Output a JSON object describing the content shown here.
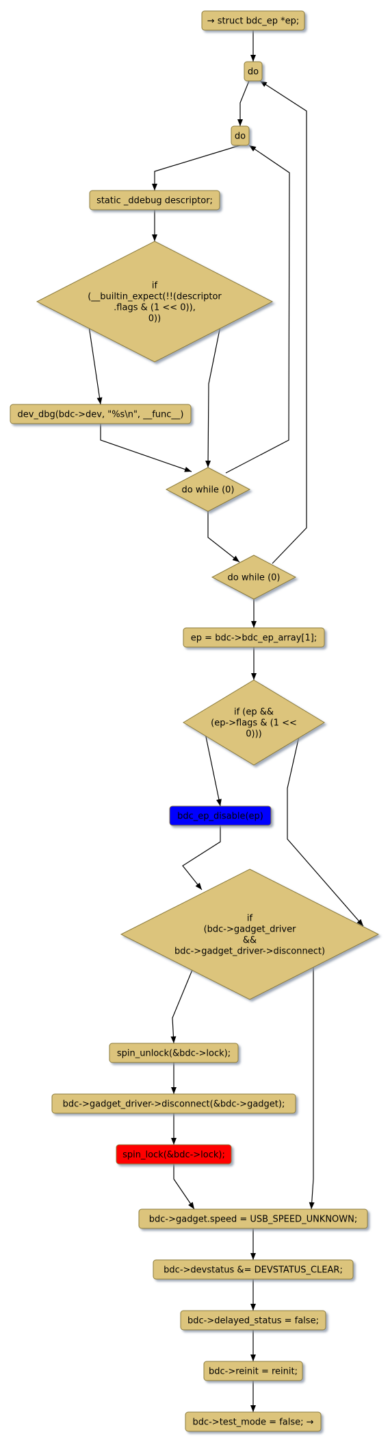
{
  "nodes": [
    {
      "id": "n_entry",
      "shape": "box",
      "lines": [
        "→ struct bdc_ep *ep;"
      ],
      "fill": "#dcc47c"
    },
    {
      "id": "n_do1",
      "shape": "box",
      "lines": [
        "do"
      ],
      "fill": "#dcc47c"
    },
    {
      "id": "n_do2",
      "shape": "box",
      "lines": [
        "do"
      ],
      "fill": "#dcc47c"
    },
    {
      "id": "n_ddebug",
      "shape": "box",
      "lines": [
        "static _ddebug descriptor;"
      ],
      "fill": "#dcc47c"
    },
    {
      "id": "n_if_expect",
      "shape": "diamond",
      "lines": [
        "if",
        "(__builtin_expect(!!(descriptor",
        ".flags & (1 << 0)),",
        "0))"
      ],
      "fill": "#dcc47c"
    },
    {
      "id": "n_devdbg",
      "shape": "box",
      "lines": [
        "dev_dbg(bdc->dev, \"%s\\n\", __func__)"
      ],
      "fill": "#dcc47c"
    },
    {
      "id": "n_while1",
      "shape": "diamond",
      "lines": [
        "do while (0)"
      ],
      "fill": "#dcc47c"
    },
    {
      "id": "n_while2",
      "shape": "diamond",
      "lines": [
        "do while (0)"
      ],
      "fill": "#dcc47c"
    },
    {
      "id": "n_ep_assign",
      "shape": "box",
      "lines": [
        "ep = bdc->bdc_ep_array[1];"
      ],
      "fill": "#dcc47c"
    },
    {
      "id": "n_if_ep",
      "shape": "diamond",
      "lines": [
        "if (ep &&",
        "(ep->flags & (1 <<",
        "0)))"
      ],
      "fill": "#dcc47c"
    },
    {
      "id": "n_ep_disable",
      "shape": "box",
      "lines": [
        "bdc_ep_disable(ep)"
      ],
      "fill": "#0000ff"
    },
    {
      "id": "n_if_gadget",
      "shape": "diamond",
      "lines": [
        "if",
        "(bdc->gadget_driver",
        "&&",
        "bdc->gadget_driver->disconnect)"
      ],
      "fill": "#dcc47c"
    },
    {
      "id": "n_spin_unlock",
      "shape": "box",
      "lines": [
        "spin_unlock(&bdc->lock);"
      ],
      "fill": "#dcc47c"
    },
    {
      "id": "n_disconnect",
      "shape": "box",
      "lines": [
        "bdc->gadget_driver->disconnect(&bdc->gadget);"
      ],
      "fill": "#dcc47c"
    },
    {
      "id": "n_spin_lock",
      "shape": "box",
      "lines": [
        "spin_lock(&bdc->lock);"
      ],
      "fill": "#ff0000"
    },
    {
      "id": "n_speed",
      "shape": "box",
      "lines": [
        "bdc->gadget.speed = USB_SPEED_UNKNOWN;"
      ],
      "fill": "#dcc47c"
    },
    {
      "id": "n_devstatus",
      "shape": "box",
      "lines": [
        "bdc->devstatus &= DEVSTATUS_CLEAR;"
      ],
      "fill": "#dcc47c"
    },
    {
      "id": "n_delayed",
      "shape": "box",
      "lines": [
        "bdc->delayed_status = false;"
      ],
      "fill": "#dcc47c"
    },
    {
      "id": "n_reinit",
      "shape": "box",
      "lines": [
        "bdc->reinit = reinit;"
      ],
      "fill": "#dcc47c"
    },
    {
      "id": "n_test_mode",
      "shape": "box",
      "lines": [
        "bdc->test_mode = false; →"
      ],
      "fill": "#dcc47c"
    }
  ],
  "edges": [
    {
      "from": "n_entry",
      "to": "n_do1"
    },
    {
      "from": "n_do1",
      "to": "n_do2"
    },
    {
      "from": "n_do2",
      "to": "n_ddebug"
    },
    {
      "from": "n_ddebug",
      "to": "n_if_expect"
    },
    {
      "from": "n_if_expect",
      "to": "n_devdbg"
    },
    {
      "from": "n_if_expect",
      "to": "n_while1"
    },
    {
      "from": "n_devdbg",
      "to": "n_while1"
    },
    {
      "from": "n_while1",
      "to": "n_do2"
    },
    {
      "from": "n_while1",
      "to": "n_while2"
    },
    {
      "from": "n_while2",
      "to": "n_do1"
    },
    {
      "from": "n_while2",
      "to": "n_ep_assign"
    },
    {
      "from": "n_ep_assign",
      "to": "n_if_ep"
    },
    {
      "from": "n_if_ep",
      "to": "n_ep_disable"
    },
    {
      "from": "n_if_ep",
      "to": "n_if_gadget"
    },
    {
      "from": "n_ep_disable",
      "to": "n_if_gadget"
    },
    {
      "from": "n_if_gadget",
      "to": "n_spin_unlock"
    },
    {
      "from": "n_if_gadget",
      "to": "n_speed"
    },
    {
      "from": "n_spin_unlock",
      "to": "n_disconnect"
    },
    {
      "from": "n_disconnect",
      "to": "n_spin_lock"
    },
    {
      "from": "n_spin_lock",
      "to": "n_speed"
    },
    {
      "from": "n_speed",
      "to": "n_devstatus"
    },
    {
      "from": "n_devstatus",
      "to": "n_delayed"
    },
    {
      "from": "n_delayed",
      "to": "n_reinit"
    },
    {
      "from": "n_reinit",
      "to": "n_test_mode"
    }
  ]
}
